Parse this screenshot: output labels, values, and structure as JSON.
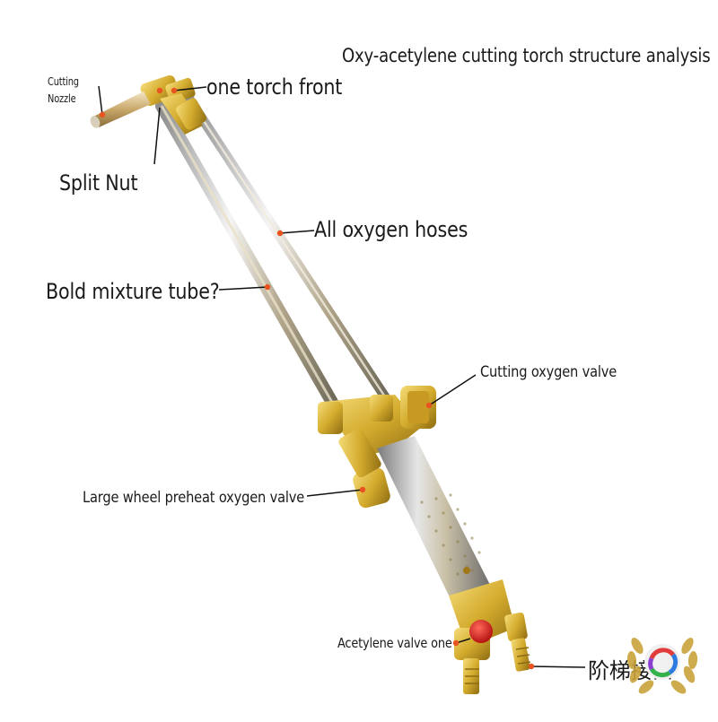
{
  "title": "Oxy-acetylene cutting torch structure analysis",
  "labels": {
    "cutting_nozzle_line1": "Cutting",
    "cutting_nozzle_line2": "Nozzle",
    "torch_front": "one torch front",
    "split_nut": "Split Nut",
    "oxygen_hoses": "All oxygen hoses",
    "mixture_tube": "Bold mixture tube?",
    "cutting_oxygen_valve": "Cutting oxygen valve",
    "preheat_valve": "Large wheel preheat oxygen valve",
    "acetylene_valve": "Acetylene valve one",
    "chinese_label": "阶梯接口"
  },
  "colors": {
    "brass": "#d8b43a",
    "brass_dark": "#9a7a18",
    "chrome": "#c8c8c8",
    "marker": "#e8531f",
    "valve_red": "#e01818"
  },
  "watermark_icon": "laurel-wreath-logo"
}
